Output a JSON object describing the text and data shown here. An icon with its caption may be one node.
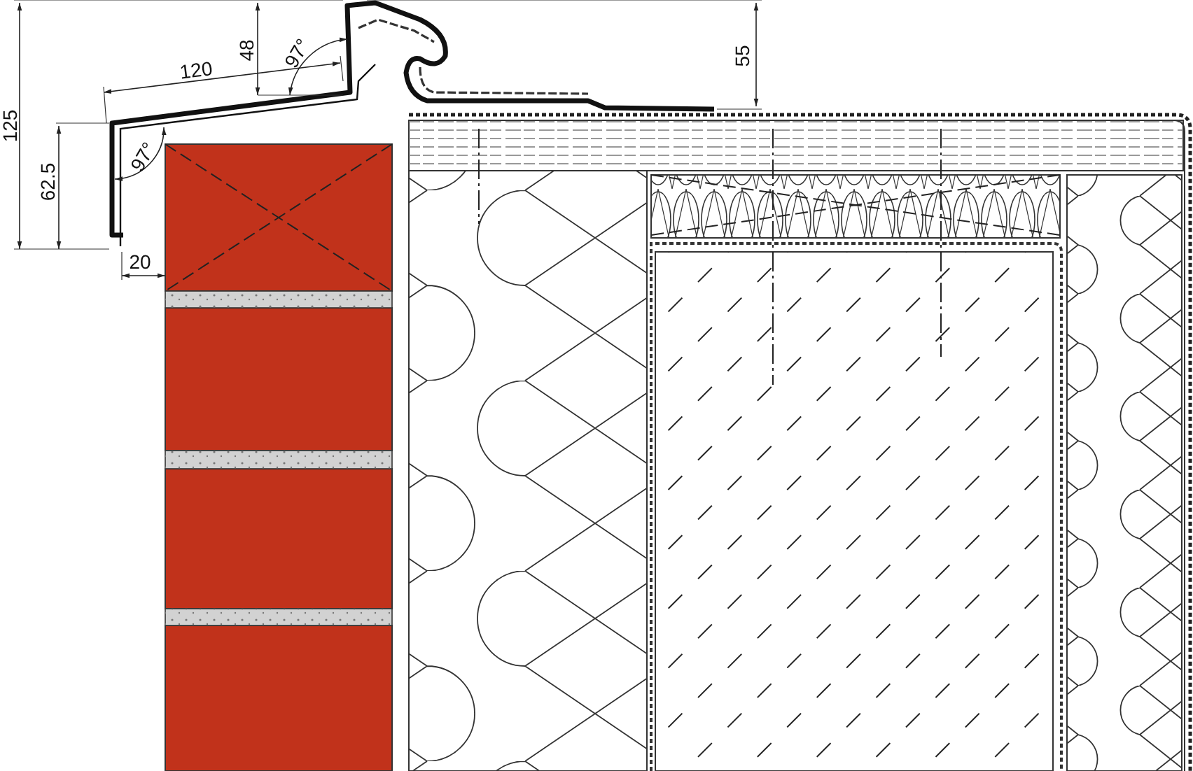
{
  "diagram": {
    "labels": [
      "48",
      "97°",
      "55",
      "120",
      "125",
      "97°",
      "62.5",
      "20"
    ]
  }
}
